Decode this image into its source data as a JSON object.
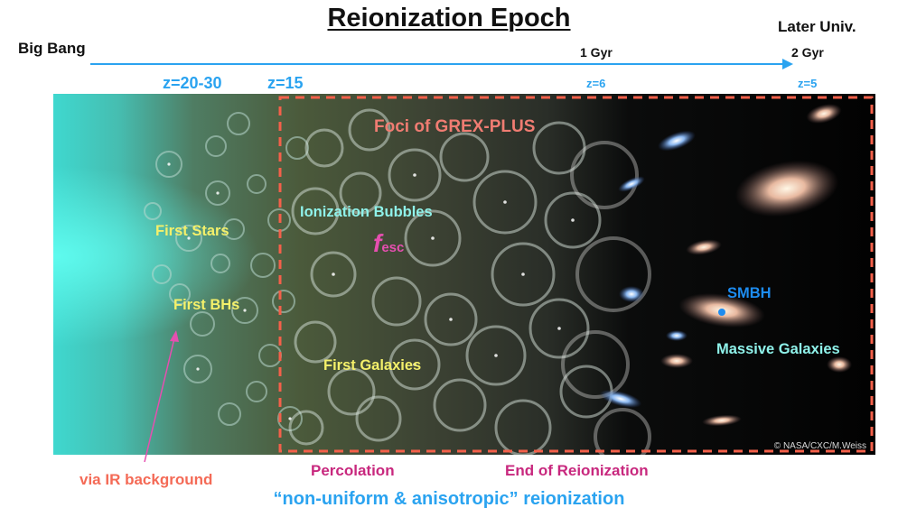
{
  "title": "Reionization Epoch",
  "header": {
    "big_bang": "Big Bang",
    "later_univ": "Later Univ.",
    "gyr1": "1 Gyr",
    "gyr2": "2 Gyr"
  },
  "redshifts": {
    "z1": "z=20-30",
    "z2": "z=15",
    "z3": "z=6",
    "z4": "z=5"
  },
  "labels": {
    "foci": "Foci of GREX-PLUS",
    "ionization_bubbles": "Ionization Bubbles",
    "fesc_main": "f",
    "fesc_sub": "esc",
    "first_stars": "First Stars",
    "first_bhs": "First BHs",
    "first_galaxies": "First Galaxies",
    "smbh": "SMBH",
    "massive_galaxies": "Massive Galaxies",
    "credit": "© NASA/CXC/M.Weiss"
  },
  "bottom": {
    "via_ir": "via IR background",
    "percolation": "Percolation",
    "end_reionization": "End of Reionization",
    "summary": "“non-uniform & anisotropic” reionization"
  },
  "colors": {
    "redshift": "#2aa3f0",
    "dashed_box": "#f4604a",
    "first_labels": "#f4f06a",
    "bubbles_label": "#8ff2ea",
    "foci_label": "#f07c72",
    "fesc": "#e64fb0",
    "smbh": "#1d8cf0",
    "via_ir": "#f46a56",
    "percolation": "#c8287e",
    "summary": "#2aa3f0"
  }
}
